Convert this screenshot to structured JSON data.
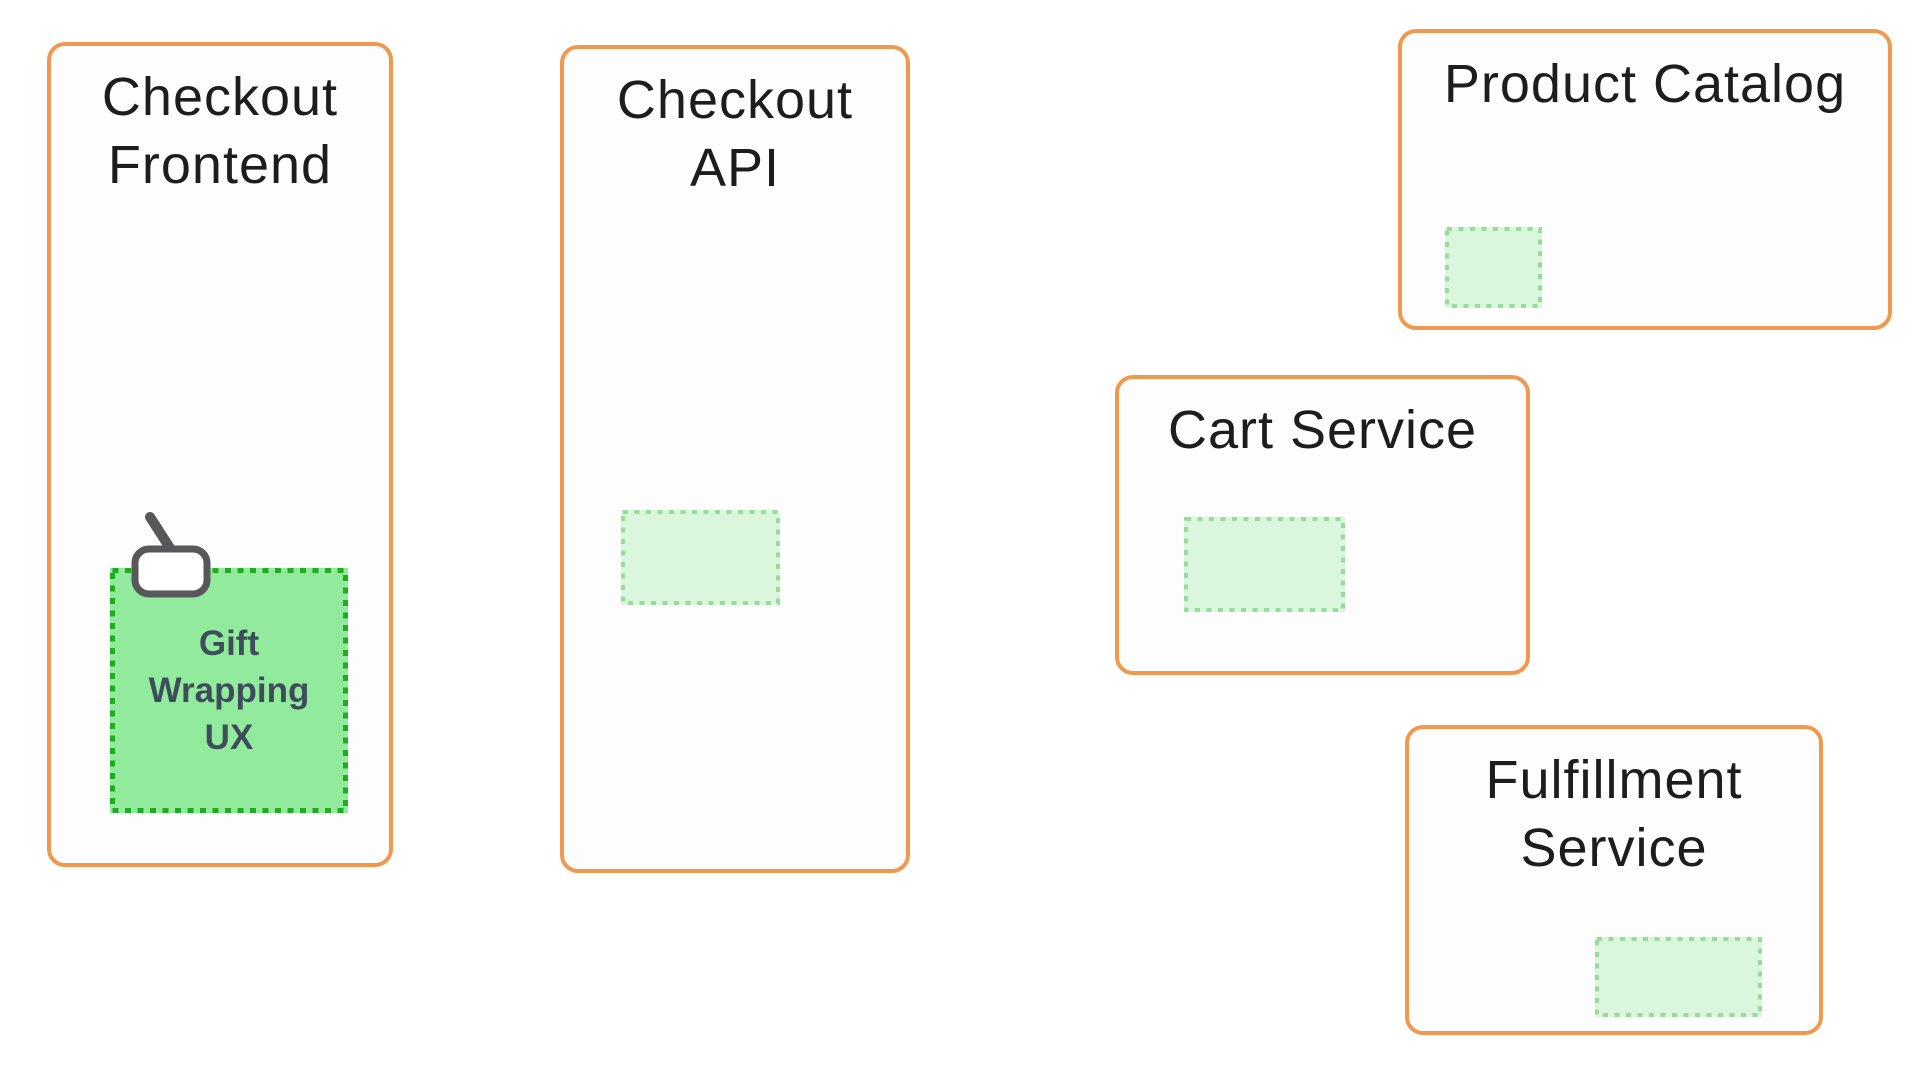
{
  "page": {
    "background": "#ffffff",
    "type": "service-architecture-diagram"
  },
  "colors": {
    "card_border_orange": "#F0994E",
    "card_fill": "#fdfdfd",
    "title_text": "#1d1d1d",
    "chip_highlight_fill": "#92EB9D",
    "chip_highlight_dash": "#1EAD1E",
    "chip_placeholder_fill": "#DAF7DE",
    "chip_placeholder_dash": "#95DD99",
    "chip_label_text": "#3D4E5A",
    "stamp_icon_gray": "#58585A"
  },
  "cards": [
    {
      "id": "checkout-frontend",
      "title": "Checkout Frontend",
      "chip": {
        "label": "Gift\nWrapping\nUX",
        "state": "highlighted",
        "icon": "stamp-icon"
      }
    },
    {
      "id": "checkout-api",
      "title": "Checkout API",
      "chip": {
        "label": "",
        "state": "placeholder"
      }
    },
    {
      "id": "product-catalog",
      "title": "Product Catalog",
      "chip": {
        "label": "",
        "state": "placeholder"
      }
    },
    {
      "id": "cart-service",
      "title": "Cart Service",
      "chip": {
        "label": "",
        "state": "placeholder"
      }
    },
    {
      "id": "fulfillment-service",
      "title": "Fulfillment Service",
      "chip": {
        "label": "",
        "state": "placeholder"
      }
    }
  ]
}
